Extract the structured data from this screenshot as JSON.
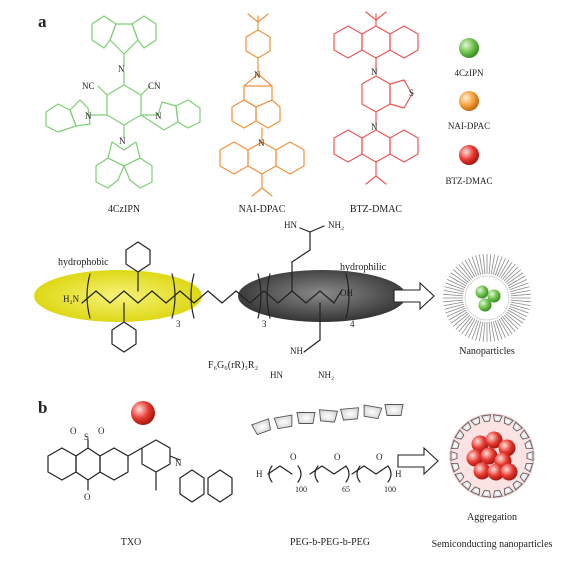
{
  "panel_a": {
    "label": "a",
    "molecules": [
      "4CzIPN",
      "NAI-DPAC",
      "BTZ-DMAC"
    ],
    "atom_labels": {
      "nc": "NC",
      "cn": "CN",
      "s": "S",
      "n": "N",
      "h2n": "H₂N",
      "nh2": "NH₂",
      "nh": "NH",
      "h": "H",
      "hn": "HN",
      "oh": "OH",
      "o": "O"
    },
    "legend": [
      {
        "label": "4CzIPN",
        "color": "#6cc24a"
      },
      {
        "label": "NAI-DPAC",
        "color": "#f5a03a"
      },
      {
        "label": "BTZ-DMAC",
        "color": "#e8372f"
      }
    ],
    "peptide": {
      "hydrophobic_label": "hydrophobic",
      "hydrophilic_label": "hydrophilic",
      "sub_3a": "3",
      "sub_3b": "3",
      "sub_4": "4",
      "formula": "F₆G₆(rR)₃R₂",
      "hydrophobic_color": "#e6e000",
      "hydrophilic_color": "#3a3a3a"
    },
    "nanoparticle_label": "Nanoparticles"
  },
  "panel_b": {
    "label": "b",
    "txo_label": "TXO",
    "polymer_label": "PEG-b-PEG-b-PEG",
    "polymer_subs": [
      "100",
      "65",
      "100"
    ],
    "polymer_atoms": {
      "h_left": "H",
      "o1": "O",
      "o2": "O",
      "o3": "O",
      "h_right": "H"
    },
    "aggregation_label": "Aggregation",
    "caption": "Semiconducting nanoparticles",
    "particle_color": "#e8372f"
  }
}
